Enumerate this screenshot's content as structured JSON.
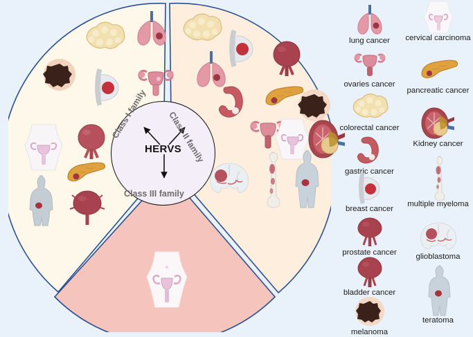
{
  "figure": {
    "background_color": "#e9f1fa",
    "center": {
      "title": "HERVS",
      "branches": [
        {
          "id": "class1",
          "label": "Class I family"
        },
        {
          "id": "class2",
          "label": "Class II family"
        },
        {
          "id": "class3",
          "label": "Class III family"
        }
      ]
    },
    "sectors": [
      {
        "id": "class-i-sector",
        "family": "Class I family",
        "fill": "#fdf8e9",
        "border": "#2c4f91",
        "cancers": [
          "colorectal cancer",
          "lung cancer",
          "melanoma",
          "breast cancer",
          "ovaries cancer",
          "cervical carcinoma",
          "bladder cancer",
          "pancreatic cancer",
          "teratoma",
          "prostate cancer"
        ]
      },
      {
        "id": "class-ii-sector",
        "family": "Class II family",
        "fill": "#fdeede",
        "border": "#2c4f91",
        "cancers": [
          "colorectal cancer",
          "breast cancer",
          "bladder cancer",
          "lung cancer",
          "pancreatic cancer",
          "gastric cancer",
          "ovaries cancer",
          "melanoma",
          "cervical carcinoma",
          "Kidney cancer",
          "glioblastoma",
          "multiple myeloma",
          "teratoma"
        ]
      },
      {
        "id": "class-iii-sector",
        "family": "Class III family",
        "fill": "#f4c4bd",
        "border": "#2c4f91",
        "cancers": [
          "cervical carcinoma"
        ]
      }
    ]
  },
  "legend": {
    "left_column": [
      {
        "icon": "lungs-icon",
        "label": "lung cancer"
      },
      {
        "icon": "uterus-ovaries-icon",
        "label": "ovaries cancer"
      },
      {
        "icon": "colon-icon",
        "label": "colorectal cancer"
      },
      {
        "icon": "stomach-icon",
        "label": "gastric cancer"
      },
      {
        "icon": "breast-icon",
        "label": "breast cancer"
      },
      {
        "icon": "prostate-icon",
        "label": "prostate cancer"
      },
      {
        "icon": "bladder-icon",
        "label": "bladder cancer"
      },
      {
        "icon": "melanoma-skin-icon",
        "label": "melanoma"
      }
    ],
    "right_column": [
      {
        "icon": "cervix-body-icon",
        "label": "cervical carcinoma"
      },
      {
        "icon": "pancreas-icon",
        "label": "pancreatic cancer"
      },
      {
        "icon": "kidney-icon",
        "label": "Kidney cancer"
      },
      {
        "icon": "femur-bone-icon",
        "label": "multiple myeloma"
      },
      {
        "icon": "brain-icon",
        "label": "glioblastoma"
      },
      {
        "icon": "body-teratoma-icon",
        "label": "teratoma"
      }
    ]
  },
  "colors": {
    "navy_border": "#2c4f91",
    "class1_fill": "#fdf8e9",
    "class2_fill": "#fdeede",
    "class3_fill": "#f4c4bd",
    "center_fill": "#f3eef7",
    "label_gray": "#6d6d6d",
    "text_black": "#1b1b1b"
  }
}
